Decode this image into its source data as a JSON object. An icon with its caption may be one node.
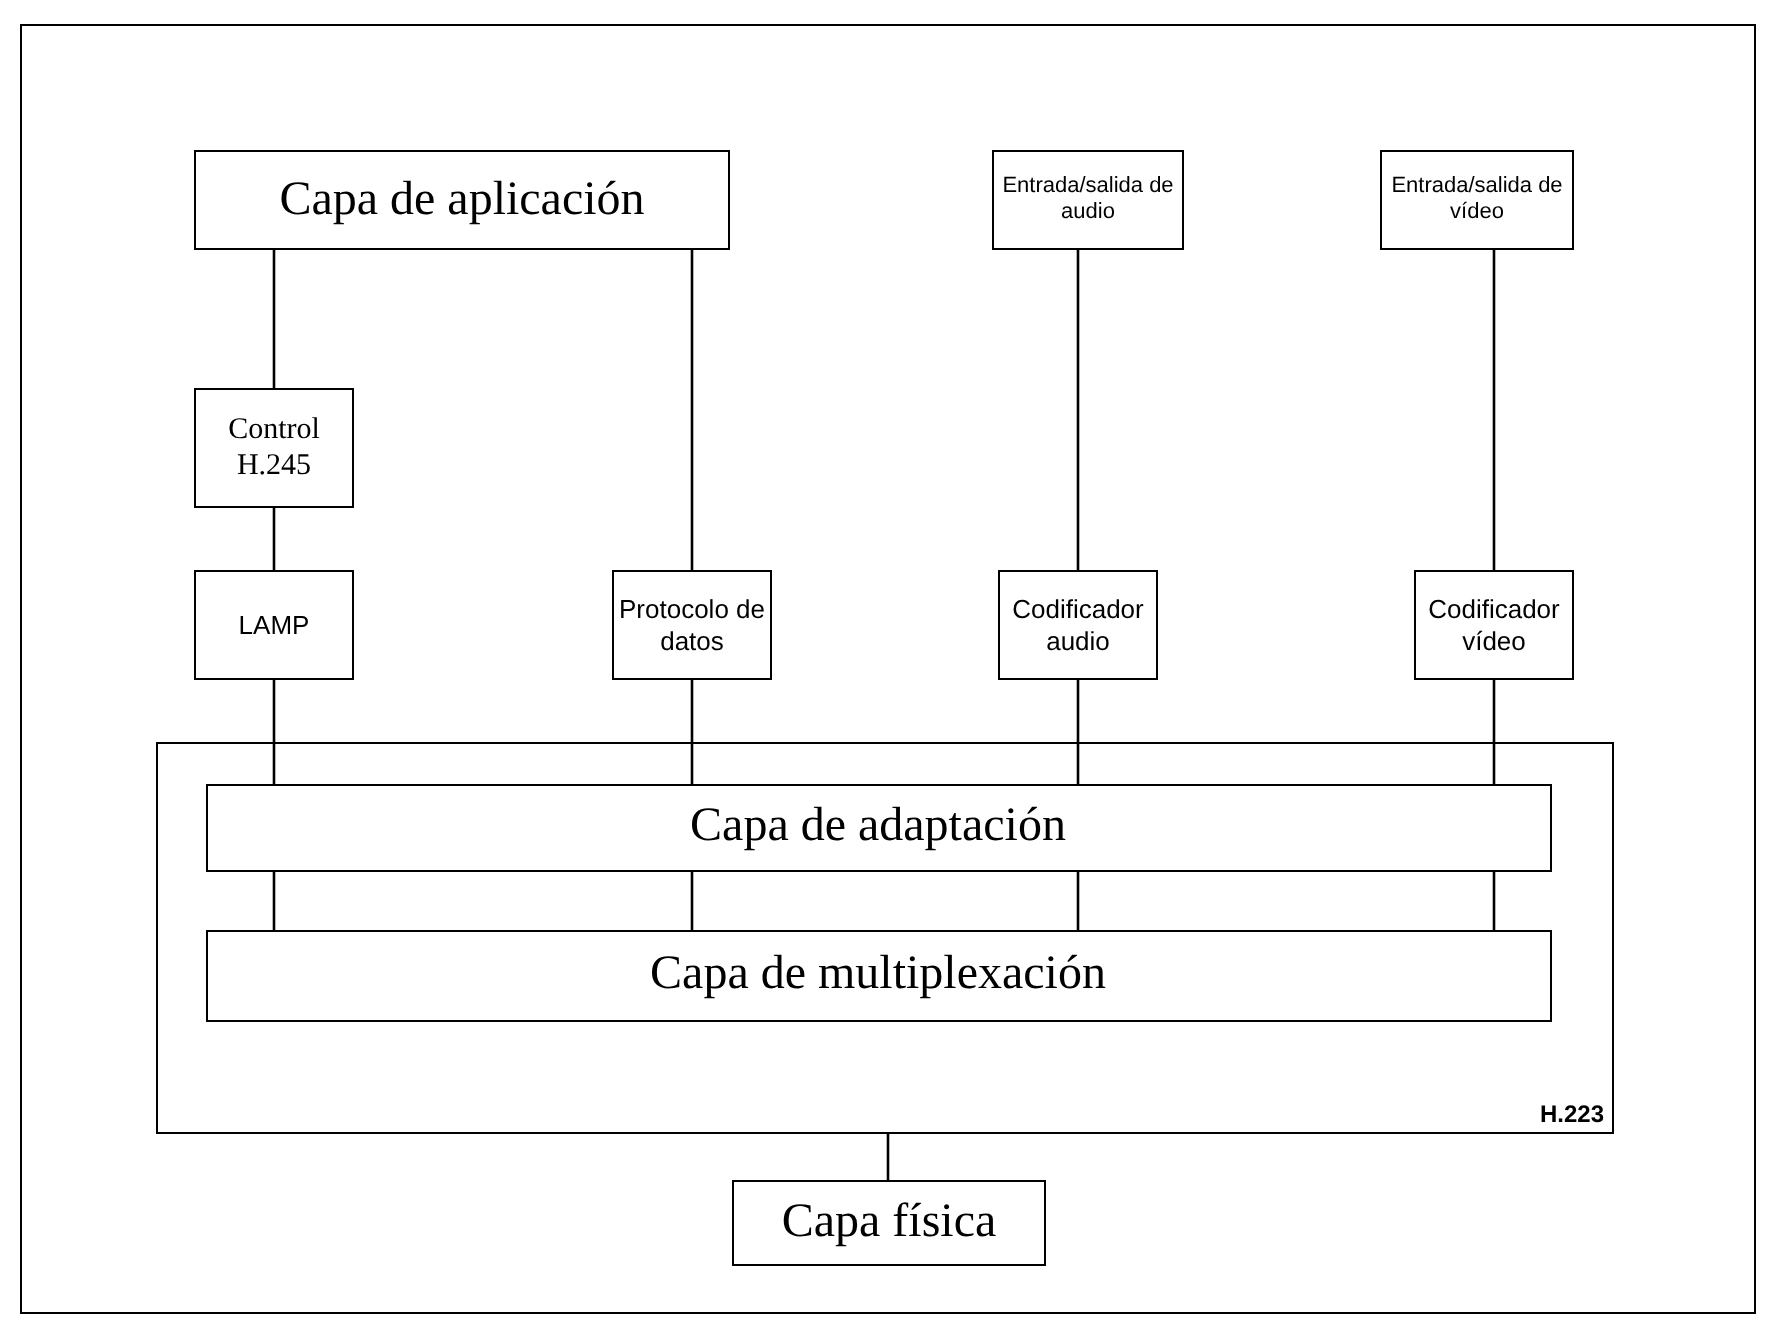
{
  "diagram": {
    "nodes": [
      {
        "text": [
          "Capa de aplicación"
        ]
      },
      {
        "text": [
          "Entrada/salida de audio"
        ]
      },
      {
        "text": [
          "Entrada/salida de vídeo"
        ]
      },
      {
        "text": [
          "Control H.245"
        ]
      },
      {
        "text": [
          "LAMP"
        ]
      },
      {
        "text": [
          "Protocolo de datos"
        ]
      },
      {
        "text": [
          "Codificador audio"
        ]
      },
      {
        "text": [
          "Codificador vídeo"
        ]
      },
      {
        "text": [
          "H.223"
        ]
      },
      {
        "text": [
          "Capa de adaptación"
        ],
        "in": 8
      },
      {
        "text": [
          "Capa de multiplexación"
        ],
        "in": 8
      },
      {
        "text": [
          "Capa física"
        ]
      }
    ],
    "edges": [
      {
        "from": 0,
        "to": 3,
        "arrow": "none"
      },
      {
        "from": 3,
        "to": 4,
        "arrow": "none"
      },
      {
        "from": 4,
        "to": 9,
        "arrow": "none"
      },
      {
        "from": 0,
        "to": 5,
        "arrow": "none"
      },
      {
        "from": 5,
        "to": 9,
        "arrow": "none"
      },
      {
        "from": 1,
        "to": 6,
        "arrow": "none"
      },
      {
        "from": 6,
        "to": 9,
        "arrow": "none"
      },
      {
        "from": 2,
        "to": 7,
        "arrow": "none"
      },
      {
        "from": 7,
        "to": 9,
        "arrow": "none"
      },
      {
        "from": 9,
        "to": 10,
        "arrow": "none"
      },
      {
        "from": 9,
        "to": 10,
        "arrow": "none"
      },
      {
        "from": 9,
        "to": 10,
        "arrow": "none"
      },
      {
        "from": 9,
        "to": 10,
        "arrow": "none"
      },
      {
        "from": 8,
        "to": 11,
        "arrow": "none"
      }
    ]
  }
}
